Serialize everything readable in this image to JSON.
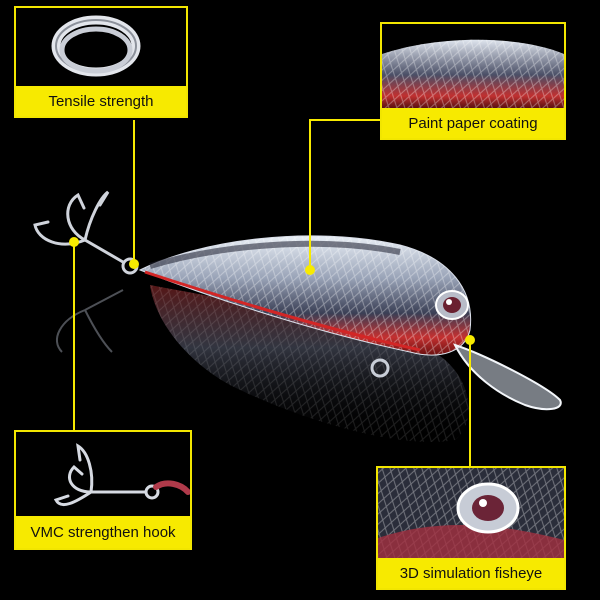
{
  "callouts": {
    "tensile": {
      "label": "Tensile strength",
      "icon": "split-ring-icon"
    },
    "paint": {
      "label": "Paint paper coating",
      "icon": "lure-side-detail-icon"
    },
    "hook": {
      "label": "VMC strengthen hook",
      "icon": "treble-hook-icon"
    },
    "fisheye": {
      "label": "3D simulation fisheye",
      "icon": "fisheye-detail-icon"
    }
  },
  "colors": {
    "accent": "#f7ea00",
    "background": "#000000",
    "lure_belly": "#c0201c"
  }
}
